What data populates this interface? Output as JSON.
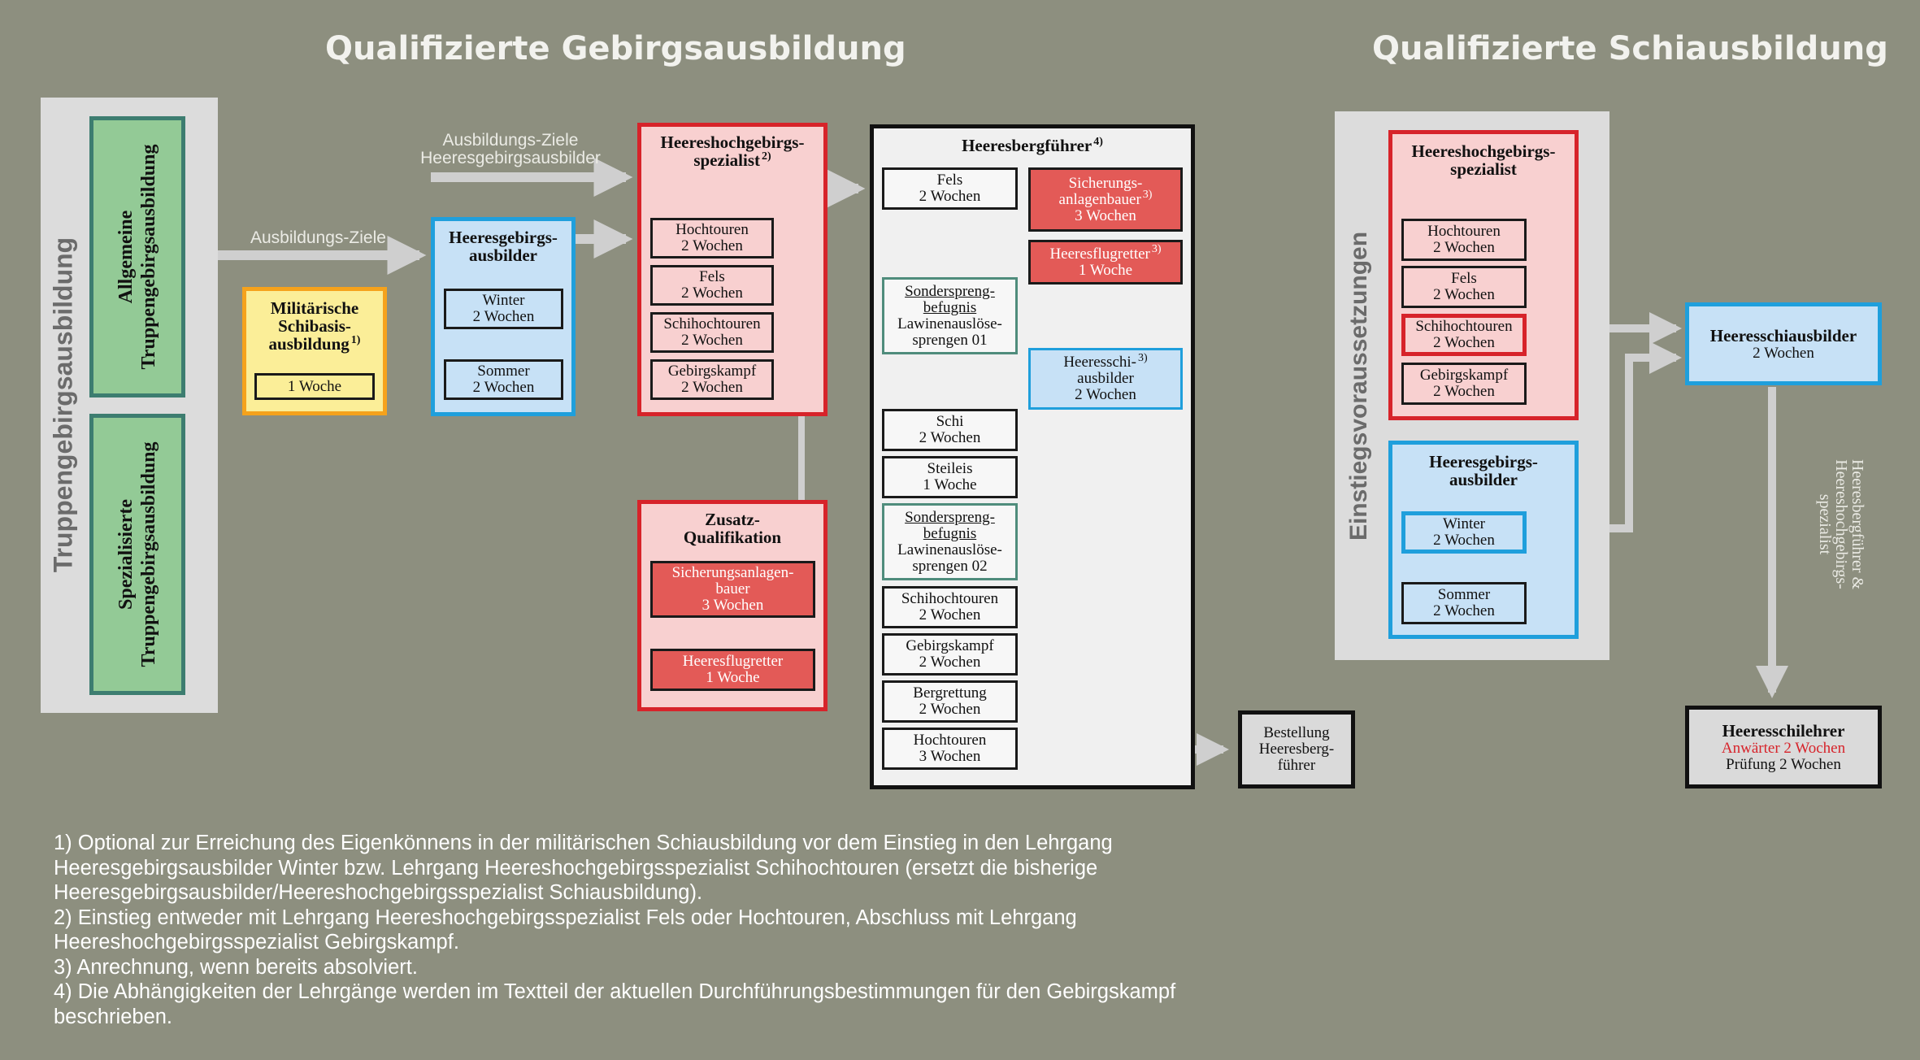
{
  "titles": {
    "left": "Qualifizierte Gebirgsausbildung",
    "right": "Qualifizierte Schiausbildung"
  },
  "truppen": {
    "vertical": "Truppengebirgsausbildung",
    "allgemeine": "Allgemeine Truppengebirgsausbildung",
    "allgemeine_l1": "Allgemeine",
    "allgemeine_l2": "Truppengebirgsausbildung",
    "spez_l1": "Spezialisierte",
    "spez_l2": "Truppengebirgsausbildung"
  },
  "arrow_labels": {
    "ausbildungs_ziele": "Ausbildungs-Ziele",
    "ziele_hochgeb_l1": "Ausbildungs-Ziele",
    "ziele_hochgeb_l2": "Heeresgebirgsausbilder"
  },
  "militaer": {
    "title_l1": "Militärische",
    "title_l2": "Schibasis-",
    "title_l3": "ausbildung",
    "sup": "1)",
    "duration": "1 Woche"
  },
  "hga": {
    "title_l1": "Heeresgebirgs-",
    "title_l2": "ausbilder",
    "winter": "Winter",
    "winter_d": "2 Wochen",
    "sommer": "Sommer",
    "sommer_d": "2 Wochen"
  },
  "hhgs": {
    "title_l1": "Heereshochgebirgs-",
    "title_l2": "spezialist",
    "sup": "2)",
    "items": [
      {
        "name": "Hochtouren",
        "dur": "2 Wochen"
      },
      {
        "name": "Fels",
        "dur": "2 Wochen"
      },
      {
        "name": "Schihochtouren",
        "dur": "2 Wochen"
      },
      {
        "name": "Gebirgskampf",
        "dur": "2 Wochen"
      }
    ]
  },
  "zusatz": {
    "title_l1": "Zusatz-",
    "title_l2": "Qualifikation",
    "sich_l1": "Sicherungsanlagen-",
    "sich_l2": "bauer",
    "sich_d": "3 Wochen",
    "flug": "Heeresflugretter",
    "flug_d": "1 Woche"
  },
  "hbf": {
    "title": "Heeresbergführer",
    "sup": "4)",
    "fels": "Fels",
    "fels_d": "2 Wochen",
    "sich_l1": "Sicherungs-",
    "sich_l2": "anlagenbauer",
    "sich_sup": "3)",
    "sich_d": "3 Wochen",
    "flug": "Heeresflugretter",
    "flug_sup": "3)",
    "flug_d": "1 Woche",
    "sond1_l1": "Sonderspreng-",
    "sond1_l2": "befugnis",
    "sond1_l3": "Lawinenauslöse-",
    "sond1_l4": "sprengen 01",
    "hsa_l1": "Heeresschi-",
    "hsa_sup": "3)",
    "hsa_l2": "ausbilder",
    "hsa_d": "2 Wochen",
    "schi": "Schi",
    "schi_d": "2 Wochen",
    "steileis": "Steileis",
    "steileis_d": "1 Woche",
    "sond2_l1": "Sonderspreng-",
    "sond2_l2": "befugnis",
    "sond2_l3": "Lawinenauslöse-",
    "sond2_l4": "sprengen 02",
    "schihoch": "Schihochtouren",
    "schihoch_d": "2 Wochen",
    "geb": "Gebirgskampf",
    "geb_d": "2 Wochen",
    "berg": "Bergrettung",
    "berg_d": "2 Wochen",
    "hoch": "Hochtouren",
    "hoch_d": "3 Wochen"
  },
  "bestellung": {
    "l1": "Bestellung",
    "l2": "Heeresberg-",
    "l3": "führer"
  },
  "einstieg": {
    "vertical": "Einstiegsvoraussetzungen",
    "hhgs_l1": "Heereshochgebirgs-",
    "hhgs_l2": "spezialist",
    "items": [
      {
        "name": "Hochtouren",
        "dur": "2 Wochen"
      },
      {
        "name": "Fels",
        "dur": "2 Wochen"
      },
      {
        "name": "Schihochtouren",
        "dur": "2 Wochen"
      },
      {
        "name": "Gebirgskampf",
        "dur": "2 Wochen"
      }
    ],
    "hga_l1": "Heeresgebirgs-",
    "hga_l2": "ausbilder",
    "winter": "Winter",
    "winter_d": "2 Wochen",
    "sommer": "Sommer",
    "sommer_d": "2 Wochen"
  },
  "hschia": {
    "title": "Heeresschiausbilder",
    "dur": "2 Wochen",
    "side_l1": "Heeresbergführer &",
    "side_l2": "Heereshochgebirgs-",
    "side_l3": "spezialist"
  },
  "hsl": {
    "title": "Heeresschilehrer",
    "anw": "Anwärter 2 Wochen",
    "pruef": "Prüfung 2 Wochen"
  },
  "footnotes": [
    "1) Optional zur Erreichung des Eigenkönnens in der militärischen Schiausbildung vor dem Einstieg in den Lehrgang Heeresgebirgsausbilder Winter bzw. Lehrgang Heereshochgebirgsspezialist Schihochtouren (ersetzt die bisherige Heeresgebirgsausbilder/Heereshochgebirgsspezialist Schiausbildung).",
    "2) Einstieg entweder mit Lehrgang Heereshochgebirgsspezialist Fels oder Hochtouren, Abschluss mit Lehrgang Heereshochgebirgsspezialist Gebirgskampf.",
    "3) Anrechnung, wenn bereits absolviert.",
    "4) Die Abhängigkeiten der Lehrgänge werden im Textteil der aktuellen Durchführungsbestimmungen für den Gebirgskampf beschrieben."
  ],
  "colors": {
    "background": "#8d8f7f",
    "red": "#d7232a",
    "blue": "#1f9fdc",
    "green": "#3d7d70",
    "yellow": "#f5a21c"
  }
}
